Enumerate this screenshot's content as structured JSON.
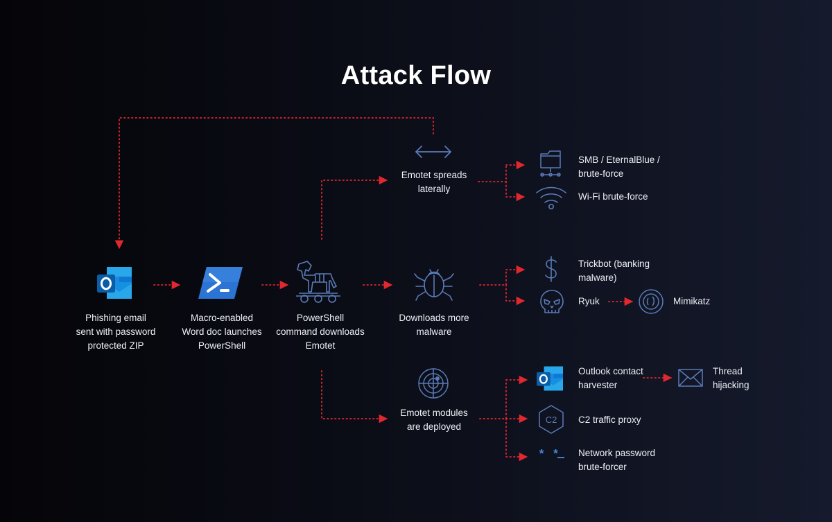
{
  "title": "Attack Flow",
  "colors": {
    "arrow": "#e0282e",
    "icon_outline": "#5a7bb8",
    "outlook_blue": "#0f6cbd",
    "powershell_blue": "#2a6fc9",
    "text": "#eef0f6"
  },
  "nodes": {
    "phishing_email": {
      "icon": "outlook-icon",
      "label": "Phishing email\nsent with password\nprotected ZIP"
    },
    "macro_doc": {
      "icon": "powershell-icon",
      "label": "Macro-enabled\nWord doc launches\nPowerShell"
    },
    "powershell_cmd": {
      "icon": "trojan-horse-icon",
      "label": "PowerShell\ncommand downloads\nEmotet"
    },
    "spreads": {
      "icon": "double-arrow-icon",
      "label": "Emotet spreads\nlaterally"
    },
    "downloads": {
      "icon": "bug-icon",
      "label": "Downloads more\nmalware"
    },
    "modules": {
      "icon": "radar-icon",
      "label": "Emotet modules\nare deployed"
    }
  },
  "leaves": {
    "smb": {
      "icon": "folder-network-icon",
      "label": "SMB / EternalBlue /\nbrute-force"
    },
    "wifi": {
      "icon": "wifi-icon",
      "label": "Wi-Fi brute-force"
    },
    "trickbot": {
      "icon": "dollar-icon",
      "label": "Trickbot (banking\nmalware)"
    },
    "ryuk": {
      "icon": "skull-icon",
      "label": "Ryuk"
    },
    "mimikatz": {
      "icon": "kiwi-icon",
      "label": "Mimikatz"
    },
    "outlook_harvester": {
      "icon": "outlook-icon",
      "label": "Outlook contact\nharvester"
    },
    "thread_hijacking": {
      "icon": "envelope-icon",
      "label": "Thread\nhijacking"
    },
    "c2_proxy": {
      "icon": "c2-hexagon-icon",
      "label": "C2 traffic proxy",
      "icon_text": "C2"
    },
    "password_bruteforcer": {
      "icon": "password-icon",
      "label": "Network password\nbrute-forcer",
      "icon_text": "* *"
    }
  }
}
